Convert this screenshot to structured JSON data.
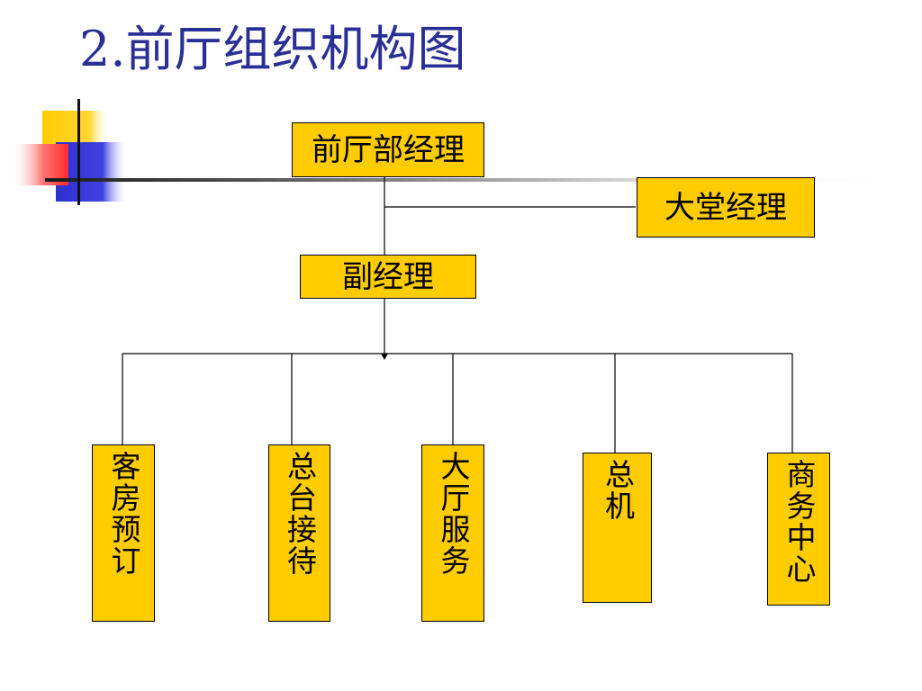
{
  "slide": {
    "title": "2.前厅组织机构图"
  },
  "org_chart": {
    "top": {
      "label": "前厅部经理"
    },
    "side": {
      "label": "大堂经理"
    },
    "deputy": {
      "label": "副经理"
    },
    "departments": [
      {
        "label": "客房预订"
      },
      {
        "label": "总台接待"
      },
      {
        "label": "大厅服务"
      },
      {
        "label": "总机"
      },
      {
        "label": "商务中心"
      }
    ]
  },
  "colors": {
    "title": "#2a2f96",
    "box_fill": "#ffcc00",
    "box_border": "#000000",
    "decor_yellow": "#ffcc00",
    "decor_blue": "#2d2fd1",
    "decor_red": "#ff3333"
  }
}
